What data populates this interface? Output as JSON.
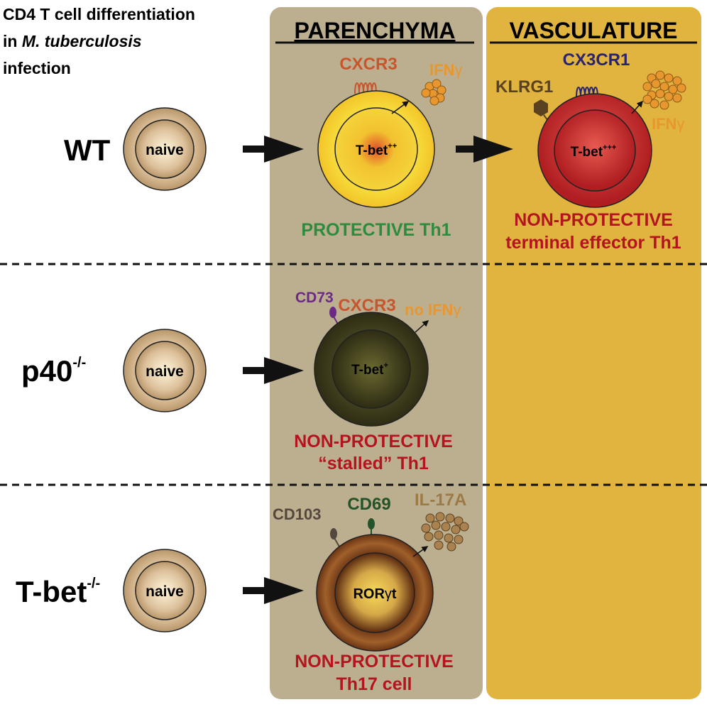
{
  "title": {
    "line1": "CD4 T cell differentiation",
    "line2_prefix": "in ",
    "line2_italic": "M. tuberculosis",
    "line3": "infection"
  },
  "columns": {
    "parenchyma": "PARENCHYMA",
    "vasculature": "VASCULATURE"
  },
  "rows": [
    {
      "label": "WT",
      "sup": ""
    },
    {
      "label": "p40",
      "sup": "-/-"
    },
    {
      "label": "T-bet",
      "sup": "-/-"
    }
  ],
  "naive_label": "naive",
  "wt": {
    "parenchyma_cell": {
      "tf": "T-bet",
      "tf_sup": "++",
      "receptor": "CXCR3",
      "cytokine": "IFN",
      "cytokine_greek": "γ",
      "outcome": "PROTECTIVE Th1"
    },
    "vascular_cell": {
      "tf": "T-bet",
      "tf_sup": "+++",
      "receptor": "CX3CR1",
      "marker": "KLRG1",
      "cytokine": "IFN",
      "cytokine_greek": "γ",
      "outcome_line1": "NON-PROTECTIVE",
      "outcome_line2": "terminal effector Th1"
    }
  },
  "p40": {
    "tf": "T-bet",
    "tf_sup": "+",
    "receptor": "CXCR3",
    "marker": "CD73",
    "cytokine": "no IFN",
    "cytokine_greek": "γ",
    "outcome_line1": "NON-PROTECTIVE",
    "outcome_line2": "“stalled” Th1"
  },
  "tbet": {
    "tf": "ROR",
    "tf_greek": "γ",
    "tf_suffix": "t",
    "marker1": "CD103",
    "marker2": "CD69",
    "cytokine": "IL-17A",
    "outcome_line1": "NON-PROTECTIVE",
    "outcome_line2": "Th17 cell"
  },
  "colors": {
    "parenchyma_bg": "#bcaf90",
    "vasculature_bg": "#e0b43f",
    "protective": "#2e8b3e",
    "non_protective": "#b3141e",
    "cxcr3": "#c9552c",
    "ifng": "#e8962e",
    "cx3cr1": "#2a2470",
    "klrg1": "#5a4220",
    "cd73": "#6b2a86",
    "cd69": "#24532a",
    "cd103": "#54483e",
    "il17a": "#9c7a45"
  }
}
